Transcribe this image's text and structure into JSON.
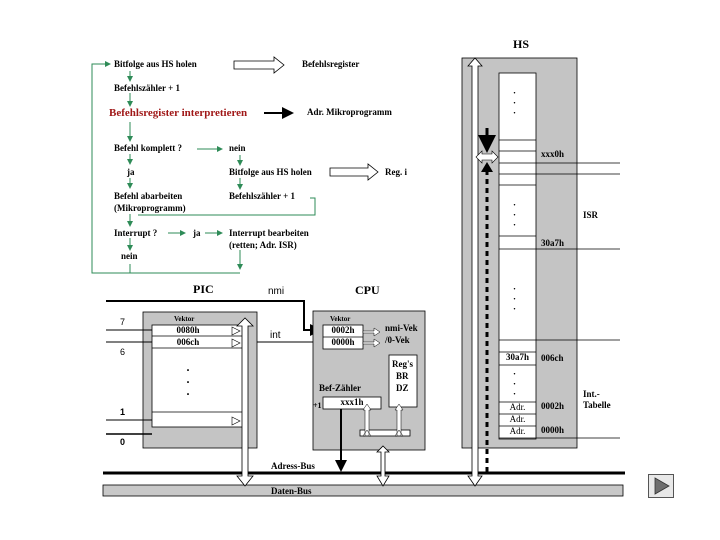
{
  "flow": {
    "step1": "Bitfolge aus HS holen",
    "step1_target": "Befehlsregister",
    "step2": "Befehlszähler + 1",
    "step3": "Befehlsregister interpretieren",
    "step3_target": "Adr. Mikroprogramm",
    "question1": "Befehl komplett ?",
    "no1": "nein",
    "yes1": "ja",
    "fetch2": "Bitfolge aus HS holen",
    "fetch2_target": "Reg. i",
    "exec1": "Befehl abarbeiten",
    "exec2": "(Mikroprogramm)",
    "inc2": "Befehlszähler + 1",
    "question2": "Interrupt ?",
    "yes2": "ja",
    "no2": "nein",
    "irq1": "Interrupt bearbeiten",
    "irq2": "(retten; Adr. ISR)"
  },
  "pic": {
    "title": "PIC",
    "vektor": "Vektor",
    "v1": "0080h",
    "v2": "006ch",
    "dots": "·\n·\n·",
    "in7": "7",
    "in6": "6",
    "in1": "1",
    "in0": "0"
  },
  "signals": {
    "nmi": "nmi",
    "int": "int"
  },
  "cpu": {
    "title": "CPU",
    "vektor": "Vektor",
    "v1": "0002h",
    "v2": "0000h",
    "nmi_vek": "nmi-Vek",
    "zero_vek": "/0-Vek",
    "regs": [
      "Reg's",
      "BR",
      "DZ"
    ],
    "pc_label": "Bef-Zähler",
    "plus1": "+1",
    "pc_value": "xxx1h"
  },
  "hs": {
    "title": "HS",
    "addr_xxx0h": "xxx0h",
    "isr": "ISR",
    "addr_30a7h": "30a7h",
    "cell_30a7h": "30a7h",
    "addr_006ch": "006ch",
    "adr": "Adr.",
    "int_tabelle": "Int.-\nTabelle",
    "addr_0002h": "0002h",
    "addr_0000h": "0000h"
  },
  "bus": {
    "address": "Adress-Bus",
    "data": "Daten-Bus"
  }
}
